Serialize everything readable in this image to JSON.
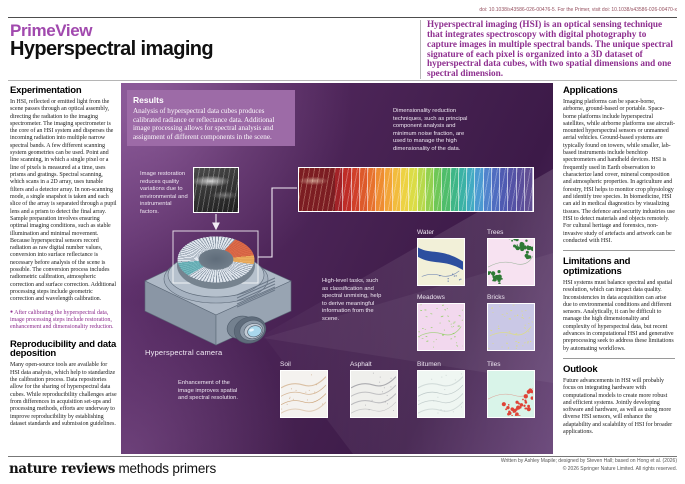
{
  "header": {
    "doi_line": "doi: 10.1038/s43586-026-00476-5. For the Primer, visit doi: 10.1038/s43586-026-00470-x",
    "brand": "PrimeView",
    "title": "Hyperspectral imaging",
    "intro": "Hyperspectral imaging (HSI) is an optical sensing technique that integrates spectroscopy with digital photography to capture images in multiple spectral bands. The unique spectral signature of each pixel is organized into a 3D dataset of hyperspectral data cubes, with two spatial dimensions and one spectral dimension."
  },
  "left_column": {
    "experimentation_heading": "Experimentation",
    "experimentation_body": "In HSI, reflected or emitted light from the scene passes through an optical assembly, directing the radiation to the imaging spectrometer. The imaging spectrometer is the core of an HSI system and disperses the incoming radiation into multiple narrow spectral bands. A few different scanning system geometries can be used. Point and line scanning, in which a single pixel or a line of pixels is measured at a time, uses prisms and gratings. Spectral scanning, which scans in a 2D array, uses tunable filters and a detector array. In non-scanning mode, a single snapshot is taken and each slice of the array is separated through a pupil lens and a prism to detect the final array. Sample preparation involves ensuring optimal imaging conditions, such as stable illumination and minimal movement. Because hyperspectral sensors record radiation as raw digital number values, conversion into surface reflectance is necessary before analysis of the scene is possible. The conversion process includes radiometric calibration, atmospheric correction and surface correction. Additional processing steps include geometric correction and wavelength calibration.",
    "note_bullet": "●",
    "note": "After calibrating the hyperspectral data, image processing steps include restoration, enhancement and dimensionality reduction.",
    "reproducibility_heading": "Reproducibility and data deposition",
    "reproducibility_body": "Many open-source tools are available for HSI data analysis, which help to standardize the calibration process. Data repositories allow for the sharing of hyperspectral data cubes. While reproducibility challenges arise from differences in acquisition set-ups and processing methods, efforts are underway to improve reproducibility by establishing dataset standards and submission guidelines."
  },
  "panel": {
    "results_heading": "Results",
    "results_body": "Analysis of hyperspectral data cubes produces calibrated radiance or reflectance data. Additional image processing allows for spectral analysis and assignment of different components in the scene.",
    "callout_dimensionality": "Dimensionality reduction techniques, such as principal component analysis and minimum noise fraction, are used to manage the high dimensionality of the data.",
    "callout_restoration": "Image restoration reduces quality variations due to environmental and instrumental factors.",
    "callout_high_level": "High-level tasks, such as classification and spectral unmixing, help to derive meaningful information from the scene.",
    "callout_enhancement": "Enhancement of the image improves spatial and spectral resolution.",
    "camera_label": "Hyperspectral camera",
    "cube_front_color": "#7c1d22",
    "cube_colors": [
      "#a32227",
      "#bf2d27",
      "#d0402a",
      "#dd5a2b",
      "#e7722d",
      "#ee8c31",
      "#f2a437",
      "#f2bc3d",
      "#edd243",
      "#dbdc46",
      "#b8d94b",
      "#93d150",
      "#6ec757",
      "#4fbd6b",
      "#3fb687",
      "#3bb2a5",
      "#42abc2",
      "#4c9bd1",
      "#5183cc",
      "#506dc0",
      "#4f5bb2",
      "#5452a6",
      "#5a4e9c",
      "#614f94"
    ],
    "thumbs": [
      {
        "label": "Water",
        "bg": "#f2f0d8",
        "fg": "#2d4f9f",
        "style": "band"
      },
      {
        "label": "Trees",
        "bg": "#f7e2f1",
        "fg": "#2e7a35",
        "style": "clusters",
        "corners": "tr-bl"
      },
      {
        "label": "Meadows",
        "bg": "#f2d8ee",
        "fg": "#8ccf5d",
        "style": "speckle"
      },
      {
        "label": "Bricks",
        "bg": "#cac8e6",
        "fg": "#e2e368",
        "style": "speckle"
      },
      {
        "label": "Soil",
        "bg": "#f4f2ef",
        "fg": "#c69a6b",
        "style": "streaks"
      },
      {
        "label": "Asphalt",
        "bg": "#efefec",
        "fg": "#98989e",
        "style": "streaks"
      },
      {
        "label": "Bitumen",
        "bg": "#eff6f2",
        "fg": "#b6c2c2",
        "style": "streaks"
      },
      {
        "label": "Tiles",
        "bg": "#d9f4e9",
        "fg": "#df4337",
        "style": "clusters",
        "corners": "br"
      }
    ]
  },
  "right_column": {
    "applications_heading": "Applications",
    "applications_body": "Imaging platforms can be space-borne, airborne, ground-based or portable. Space-borne platforms include hyperspectral satellites, while airborne platforms use aircraft-mounted hyperspectral sensors or unmanned aerial vehicles. Ground-based systems are typically found on towers, while smaller, lab-based instruments include benchtop spectrometers and handheld devices. HSI is frequently used in Earth observation to characterize land cover, mineral composition and atmospheric properties. In agriculture and forestry, HSI helps to monitor crop physiology and identify tree species. In biomedicine, HSI can aid in medical diagnostics by visualizing tissues. The defence and security industries use HSI to detect materials and objects remotely. For cultural heritage and forensics, non-invasive study of artefacts and artwork can be conducted with HSI.",
    "limitations_heading": "Limitations and optimizations",
    "limitations_body": "HSI systems must balance spectral and spatial resolution, which can impact data quality. Inconsistencies in data acquisition can arise due to environmental conditions and different sensors. Analytically, it can be difficult to manage the high dimensionality and complexity of hyperspectral data, but recent advances in computational HSI and generative preprocessing seek to address these limitations by automating workflows.",
    "outlook_heading": "Outlook",
    "outlook_body": "Future advancements in HSI will probably focus on integrating hardware with computational models to create more robust and efficient systems. Jointly developing software and hardware, as well as using more diverse HSI sensors, will enhance the adaptability and scalability of HSI for broader applications."
  },
  "footer": {
    "journal_serif": "nature reviews",
    "journal_sans": " methods primers",
    "credit_line1": "Written by Ashley Mapile; designed by Steven Hall; based on Hong et al. (2026)",
    "credit_line2": "© 2026 Springer Nature Limited. All rights reserved."
  },
  "colors": {
    "brand_purple": "#a149ae",
    "intro_purple": "#8e2f8f",
    "panel_dark_purple": "#44204f",
    "results_box": "#9d6ba7"
  }
}
